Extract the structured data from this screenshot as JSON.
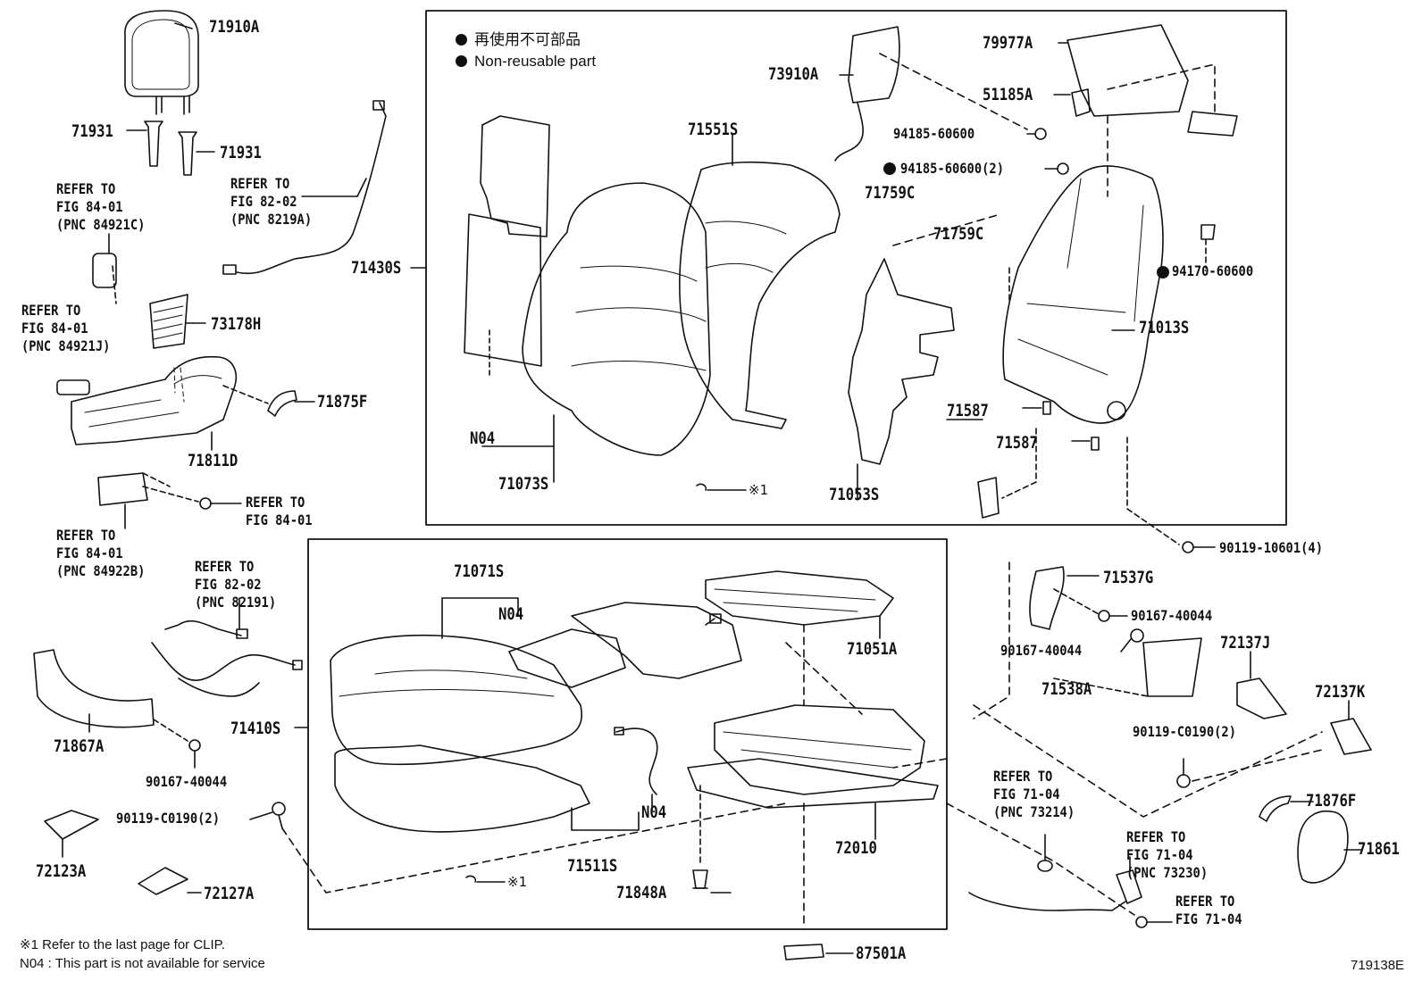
{
  "legend": {
    "line1_jp": "再使用不可部品",
    "line2_en": "Non-reusable part"
  },
  "footnotes": {
    "clip_note": "※1  Refer to the last page for CLIP.",
    "n04_note": "N04 : This part is not available for service"
  },
  "figure_id": "719138E",
  "clip_mark": "※1",
  "parts": {
    "p71910A": "71910A",
    "p71931a": "71931",
    "p71931b": "71931",
    "p71430S": "71430S",
    "p73178H": "73178H",
    "p71875F": "71875F",
    "p71811D": "71811D",
    "p71867A": "71867A",
    "p90167_left": "90167-40044",
    "p90119_left": "90119-C0190(2)",
    "p72123A": "72123A",
    "p72127A": "72127A",
    "p73910A": "73910A",
    "p79977A": "79977A",
    "p51185A": "51185A",
    "p94185a": "94185-60600",
    "p94185b": "94185-60600(2)",
    "p71551S": "71551S",
    "p71759Ca": "71759C",
    "p71759Cb": "71759C",
    "p94170": "94170-60600",
    "p71013S": "71013S",
    "p71587a": "71587",
    "p71587b": "71587",
    "pN04a": "N04",
    "p71073S": "71073S",
    "p71053S": "71053S",
    "p90119_10601": "90119-10601(4)",
    "p71071S": "71071S",
    "pN04b": "N04",
    "p71051A": "71051A",
    "p71410S": "71410S",
    "pN04c": "N04",
    "p71511S": "71511S",
    "p72010": "72010",
    "p71848A": "71848A",
    "p87501A": "87501A",
    "p71537G": "71537G",
    "p90167_r1": "90167-40044",
    "p90167_r2": "90167-40044",
    "p72137J": "72137J",
    "p71538A": "71538A",
    "p72137K": "72137K",
    "p90119_right": "90119-C0190(2)",
    "p71876F": "71876F",
    "p71861": "71861"
  },
  "refs": {
    "r1": [
      "REFER TO",
      "FIG 84-01",
      "(PNC 84921C)"
    ],
    "r2": [
      "REFER TO",
      "FIG 82-02",
      "(PNC 8219A)"
    ],
    "r3": [
      "REFER TO",
      "FIG 84-01",
      "(PNC 84921J)"
    ],
    "r4": [
      "REFER TO",
      "FIG 84-01"
    ],
    "r5": [
      "REFER TO",
      "FIG 84-01",
      "(PNC 84922B)"
    ],
    "r6": [
      "REFER TO",
      "FIG 82-02",
      "(PNC 82191)"
    ],
    "r7": [
      "REFER TO",
      "FIG 71-04",
      "(PNC 73214)"
    ],
    "r8": [
      "REFER TO",
      "FIG 71-04",
      "(PNC 73230)"
    ],
    "r9": [
      "REFER TO",
      "FIG 71-04"
    ]
  }
}
